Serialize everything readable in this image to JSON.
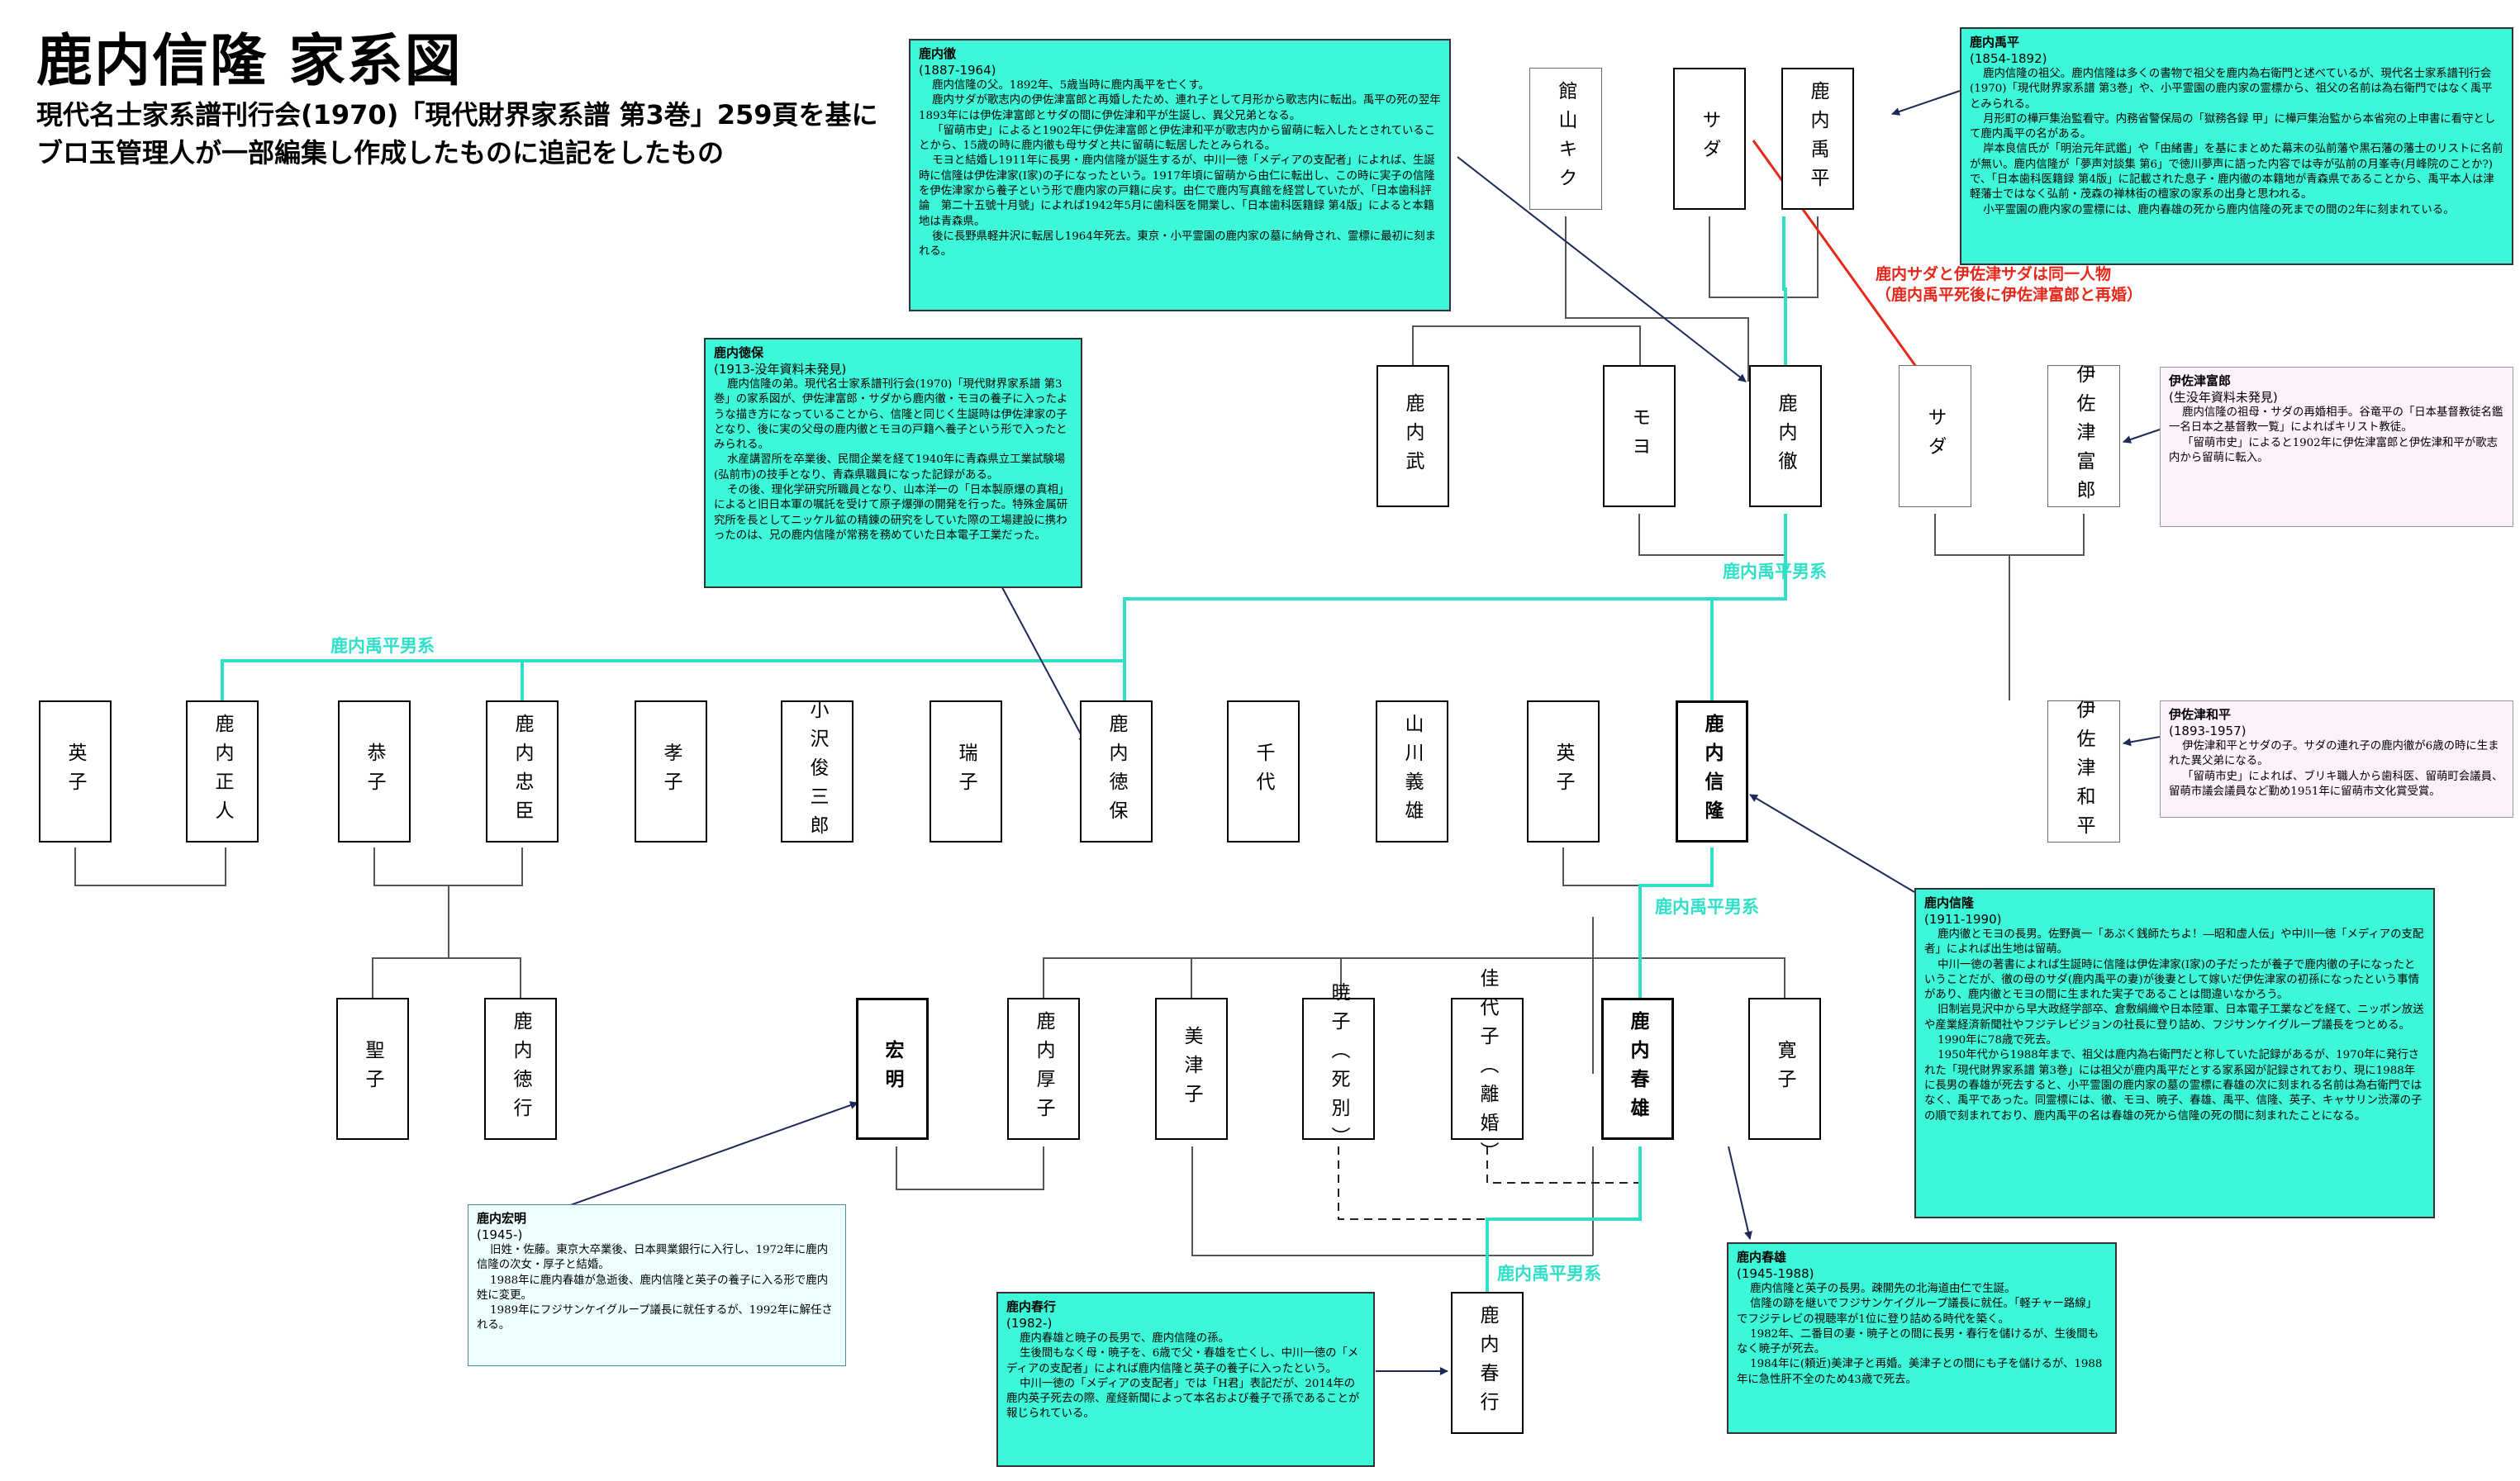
{
  "title": "鹿内信隆 家系図",
  "subtitle": [
    "現代名士家系譜刊行会(1970)「現代財界家系譜 第3巻」259頁を基に",
    "ブロ玉管理人が一部編集し作成したものに追記をしたもの"
  ],
  "persons": {
    "tateyama_kiku": "館山キク",
    "sada_top": "サダ",
    "shikauchi_uhei": "鹿内禹平",
    "shikauchi_takeshi": "鹿内武",
    "moyo": "モヨ",
    "shikauchi_toru": "鹿内徹",
    "sada_right": "サダ",
    "isatsu_tomio": "伊佐津富郎",
    "eiko_left": "英子",
    "shikauchi_masato": "鹿内正人",
    "kyoko": "恭子",
    "shikauchi_tadaomi": "鹿内忠臣",
    "takako": "孝子",
    "ozawa_shunzaburo": "小沢俊三郎",
    "mizuko": "瑞子",
    "shikauchi_tokuyasu": "鹿内徳保",
    "chiyo": "千代",
    "yamakawa_yoshio": "山川義雄",
    "eiko_right": "英子",
    "shikauchi_nobutaka": "鹿内信隆",
    "isatsu_kazuhei": "伊佐津和平",
    "seiko": "聖子",
    "shikauchi_tokuyuki": "鹿内徳行",
    "hiroaki": "宏明",
    "shikauchi_atsuko": "鹿内厚子",
    "mitsuko": "美津子",
    "akiko": "暁子（死別）",
    "kayoko": "佳代子（離婚）",
    "shikauchi_haruo": "鹿内春雄",
    "hiroko": "寛子",
    "shikauchi_haruyuki": "鹿内春行"
  },
  "labels": {
    "male_line": "鹿内禹平男系",
    "sada_note": "鹿内サダと伊佐津サダは同一人物（鹿内禹平死後に伊佐津富郎と再婚）"
  },
  "notes": {
    "toru": {
      "name": "鹿内徹",
      "years": "(1887-1964)",
      "body": [
        "鹿内信隆の父。1892年、5歳当時に鹿内禹平を亡くす。",
        "鹿内サダが歌志内の伊佐津富郎と再婚したため、連れ子として月形から歌志内に転出。禹平の死の翌年1893年には伊佐津富郎とサダの間に伊佐津和平が生誕し、異父兄弟となる。",
        "「留萌市史」によると1902年に伊佐津富郎と伊佐津和平が歌志内から留萌に転入したとされていることから、15歳の時に鹿内徹も母サダと共に留萌に転居したとみられる。",
        "モヨと結婚し1911年に長男・鹿内信隆が誕生するが、中川一徳「メディアの支配者」によれば、生誕時に信隆は伊佐津家(I家)の子になったという。1917年頃に留萌から由仁に転出し、この時に実子の信隆を伊佐津家から養子という形で鹿内家の戸籍に戻す。由仁で鹿内写真館を経営していたが、「日本歯科評論　第二十五號十月號」によれば1942年5月に歯科医を開業し、「日本歯科医籍録 第4版」によると本籍地は青森県。",
        "後に長野県軽井沢に転居し1964年死去。東京・小平霊園の鹿内家の墓に納骨され、霊標に最初に刻まれる。"
      ]
    },
    "uhei": {
      "name": "鹿内禹平",
      "years": "(1854-1892)",
      "body": [
        "鹿内信隆の祖父。鹿内信隆は多くの書物で祖父を鹿内為右衛門と述べているが、現代名士家系譜刊行会(1970)「現代財界家系譜 第3巻」や、小平霊園の鹿内家の霊標から、祖父の名前は為右衛門ではなく禹平とみられる。",
        "月形町の樺戸集治監看守。内務省警保局の「獄務各録 甲」に樺戸集治監から本省宛の上申書に看守として鹿内禹平の名がある。",
        "岸本良信氏が「明治元年武鑑」や「由緒書」を基にまとめた幕末の弘前藩や黒石藩の藩士のリストに名前が無い。鹿内信隆が「夢声対談集 第6」で徳川夢声に語った内容では寺が弘前の月峯寺(月峰院のことか?)で、「日本歯科医籍録 第4版」に記載された息子・鹿内徹の本籍地が青森県であることから、禹平本人は津軽藩士ではなく弘前・茂森の禅林街の檀家の家系の出身と思われる。",
        "小平霊園の鹿内家の霊標には、鹿内春雄の死から鹿内信隆の死までの間の2年に刻まれている。"
      ]
    },
    "tokuyasu": {
      "name": "鹿内徳保",
      "years": "(1913-没年資料未発見)",
      "body": [
        "鹿内信隆の弟。現代名士家系譜刊行会(1970)「現代財界家系譜 第3巻」の家系図が、伊佐津富郎・サダから鹿内徹・モヨの養子に入ったような描き方になっていることから、信隆と同じく生誕時は伊佐津家の子となり、後に実の父母の鹿内徹とモヨの戸籍へ養子という形で入ったとみられる。",
        "水産講習所を卒業後、民間企業を経て1940年に青森県立工業試験場(弘前市)の技手となり、青森県職員になった記録がある。",
        "その後、理化学研究所職員となり、山本洋一の「日本製原爆の真相」によると旧日本軍の嘱託を受けて原子爆弾の開発を行った。特殊金属研究所を長としてニッケル鉱の精錬の研究をしていた際の工場建設に携わったのは、兄の鹿内信隆が常務を務めていた日本電子工業だった。"
      ]
    },
    "tomio": {
      "name": "伊佐津富郎",
      "years": "(生没年資料未発見)",
      "body": [
        "鹿内信隆の祖母・サダの再婚相手。谷竜平の「日本基督教徒名鑑　一名日本之基督教一覧」によればキリスト教徒。",
        "「留萌市史」によると1902年に伊佐津富郎と伊佐津和平が歌志内から留萌に転入。"
      ]
    },
    "kazuhei": {
      "name": "伊佐津和平",
      "years": "(1893-1957)",
      "body": [
        "伊佐津和平とサダの子。サダの連れ子の鹿内徹が6歳の時に生まれた異父弟になる。",
        "「留萌市史」によれば、ブリキ職人から歯科医、留萌町会議員、留萌市議会議員など勤め1951年に留萌市文化賞受賞。"
      ]
    },
    "nobutaka": {
      "name": "鹿内信隆",
      "years": "(1911-1990)",
      "body": [
        "鹿内徹とモヨの長男。佐野眞一「あぶく銭師たちよ！―昭和虚人伝」や中川一徳「メディアの支配者」によれば出生地は留萌。",
        "中川一徳の著書によれば生誕時に信隆は伊佐津家(I家)の子だったが養子で鹿内徹の子になったということだが、徹の母のサダ(鹿内禹平の妻)が後妻として嫁いだ伊佐津家の初孫になったという事情があり、鹿内徹とモヨの間に生まれた実子であることは間違いなかろう。",
        "旧制岩見沢中から早大政経学部卒、倉敷絹織や日本陸軍、日本電子工業などを経て、ニッポン放送や産業経済新聞社やフジテレビジョンの社長に登り詰め、フジサンケイグループ議長をつとめる。",
        "1990年に78歳で死去。",
        "1950年代から1988年まで、祖父は鹿内為右衛門だと称していた記録があるが、1970年に発行された「現代財界家系譜 第3巻」には祖父が鹿内禹平だとする家系図が記録されており、現に1988年に長男の春雄が死去すると、小平霊園の鹿内家の墓の霊標に春雄の次に刻まれる名前は為右衛門ではなく、禹平であった。同霊標には、徹、モヨ、暁子、春雄、禹平、信隆、英子、キャサリン渋澤の子の順で刻まれており、鹿内禹平の名は春雄の死から信隆の死の間に刻まれたことになる。"
      ]
    },
    "hiroaki": {
      "name": "鹿内宏明",
      "years": "(1945-)",
      "body": [
        "旧姓・佐藤。東京大卒業後、日本興業銀行に入行し、1972年に鹿内信隆の次女・厚子と結婚。",
        "1988年に鹿内春雄が急逝後、鹿内信隆と英子の養子に入る形で鹿内姓に変更。",
        "1989年にフジサンケイグループ議長に就任するが、1992年に解任される。"
      ]
    },
    "haruyuki": {
      "name": "鹿内春行",
      "years": "(1982-)",
      "body": [
        "鹿内春雄と暁子の長男で、鹿内信隆の孫。",
        "生後間もなく母・暁子を、6歳で父・春雄を亡くし、中川一徳の「メディアの支配者」によれば鹿内信隆と英子の養子に入ったという。",
        "中川一徳の「メディアの支配者」では「H君」表記だが、2014年の鹿内英子死去の際、産経新聞によって本名および養子で孫であることが報じられている。"
      ]
    },
    "haruo": {
      "name": "鹿内春雄",
      "years": "(1945-1988)",
      "body": [
        "鹿内信隆と英子の長男。疎開先の北海道由仁で生誕。",
        "信隆の跡を継いでフジサンケイグループ議長に就任。「軽チャー路線」でフジテレビの視聴率が1位に登り詰める時代を築く。",
        "1982年、二番目の妻・暁子との間に長男・春行を儲けるが、生後間もなく暁子が死去。",
        "1984年に(頼近)美津子と再婚。美津子との間にも子を儲けるが、1988年に急性肝不全のため43歳で死去。"
      ]
    }
  }
}
